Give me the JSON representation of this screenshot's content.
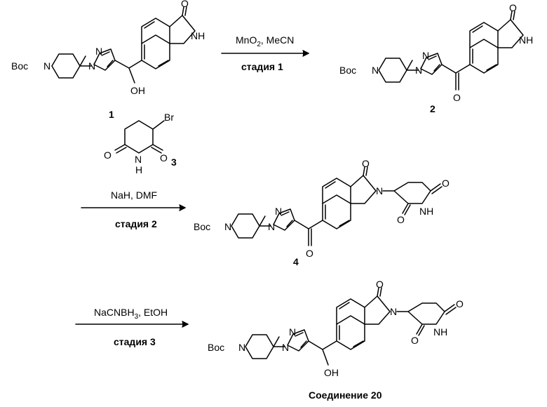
{
  "structures": {
    "compound_1": {
      "protecting_group": "Boc",
      "n1": "N",
      "n2": "N",
      "ring_n": "N",
      "nh": "NH",
      "carbonyl_o": "O",
      "hydroxyl": "OH",
      "label": "1"
    },
    "compound_2": {
      "protecting_group": "Boc",
      "n1": "N",
      "n2": "N",
      "ring_n": "N",
      "nh": "NH",
      "carbonyl_o": "O",
      "ketone_o": "O",
      "label": "2"
    },
    "compound_3": {
      "br": "Br",
      "o_left": "O",
      "o_right": "O",
      "nh": "H",
      "n": "N",
      "label": "3"
    },
    "compound_4": {
      "protecting_group": "Boc",
      "n1": "N",
      "n2": "N",
      "ring_n": "N",
      "lactam_n": "N",
      "carbonyl_o": "O",
      "ketone_o": "O",
      "glut_o1": "O",
      "glut_o2": "O",
      "glut_nh": "NH",
      "label": "4"
    },
    "compound_20": {
      "protecting_group": "Boc",
      "n1": "N",
      "n2": "N",
      "ring_n": "N",
      "lactam_n": "N",
      "carbonyl_o": "O",
      "hydroxyl": "OH",
      "glut_o1": "O",
      "glut_o2": "O",
      "glut_nh": "NH",
      "label": "Соединение 20"
    }
  },
  "steps": [
    {
      "reagents_main": "MnO",
      "reagents_sub": "2",
      "reagents_rest": ", MeCN",
      "label": "стадия 1"
    },
    {
      "reagents": "NaH, DMF",
      "label": "стадия 2"
    },
    {
      "reagents_main": "NaCNBH",
      "reagents_sub": "3",
      "reagents_rest": ", EtOH",
      "label": "стадия 3"
    }
  ]
}
